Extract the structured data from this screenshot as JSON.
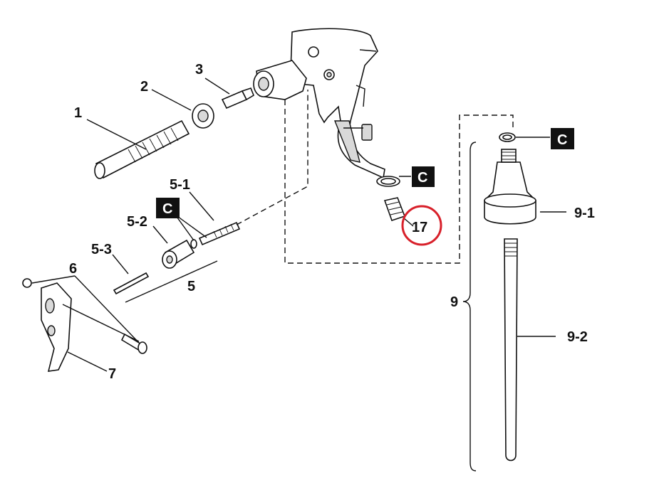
{
  "labels": {
    "part_1": "1",
    "part_2": "2",
    "part_3": "3",
    "part_5": "5",
    "part_5_1": "5-1",
    "part_5_2": "5-2",
    "part_5_3": "5-3",
    "part_6": "6",
    "part_7": "7",
    "part_9": "9",
    "part_9_1": "9-1",
    "part_9_2": "9-2",
    "part_17": "17"
  },
  "badges": {
    "c_trigger_group": "C",
    "c_body_ring": "C",
    "c_tube_ring": "C"
  },
  "colors": {
    "ink": "#111111",
    "highlight_circle": "#d8202a",
    "badge_fill": "#111111",
    "badge_text": "#ffffff"
  },
  "highlighted_part": "17"
}
